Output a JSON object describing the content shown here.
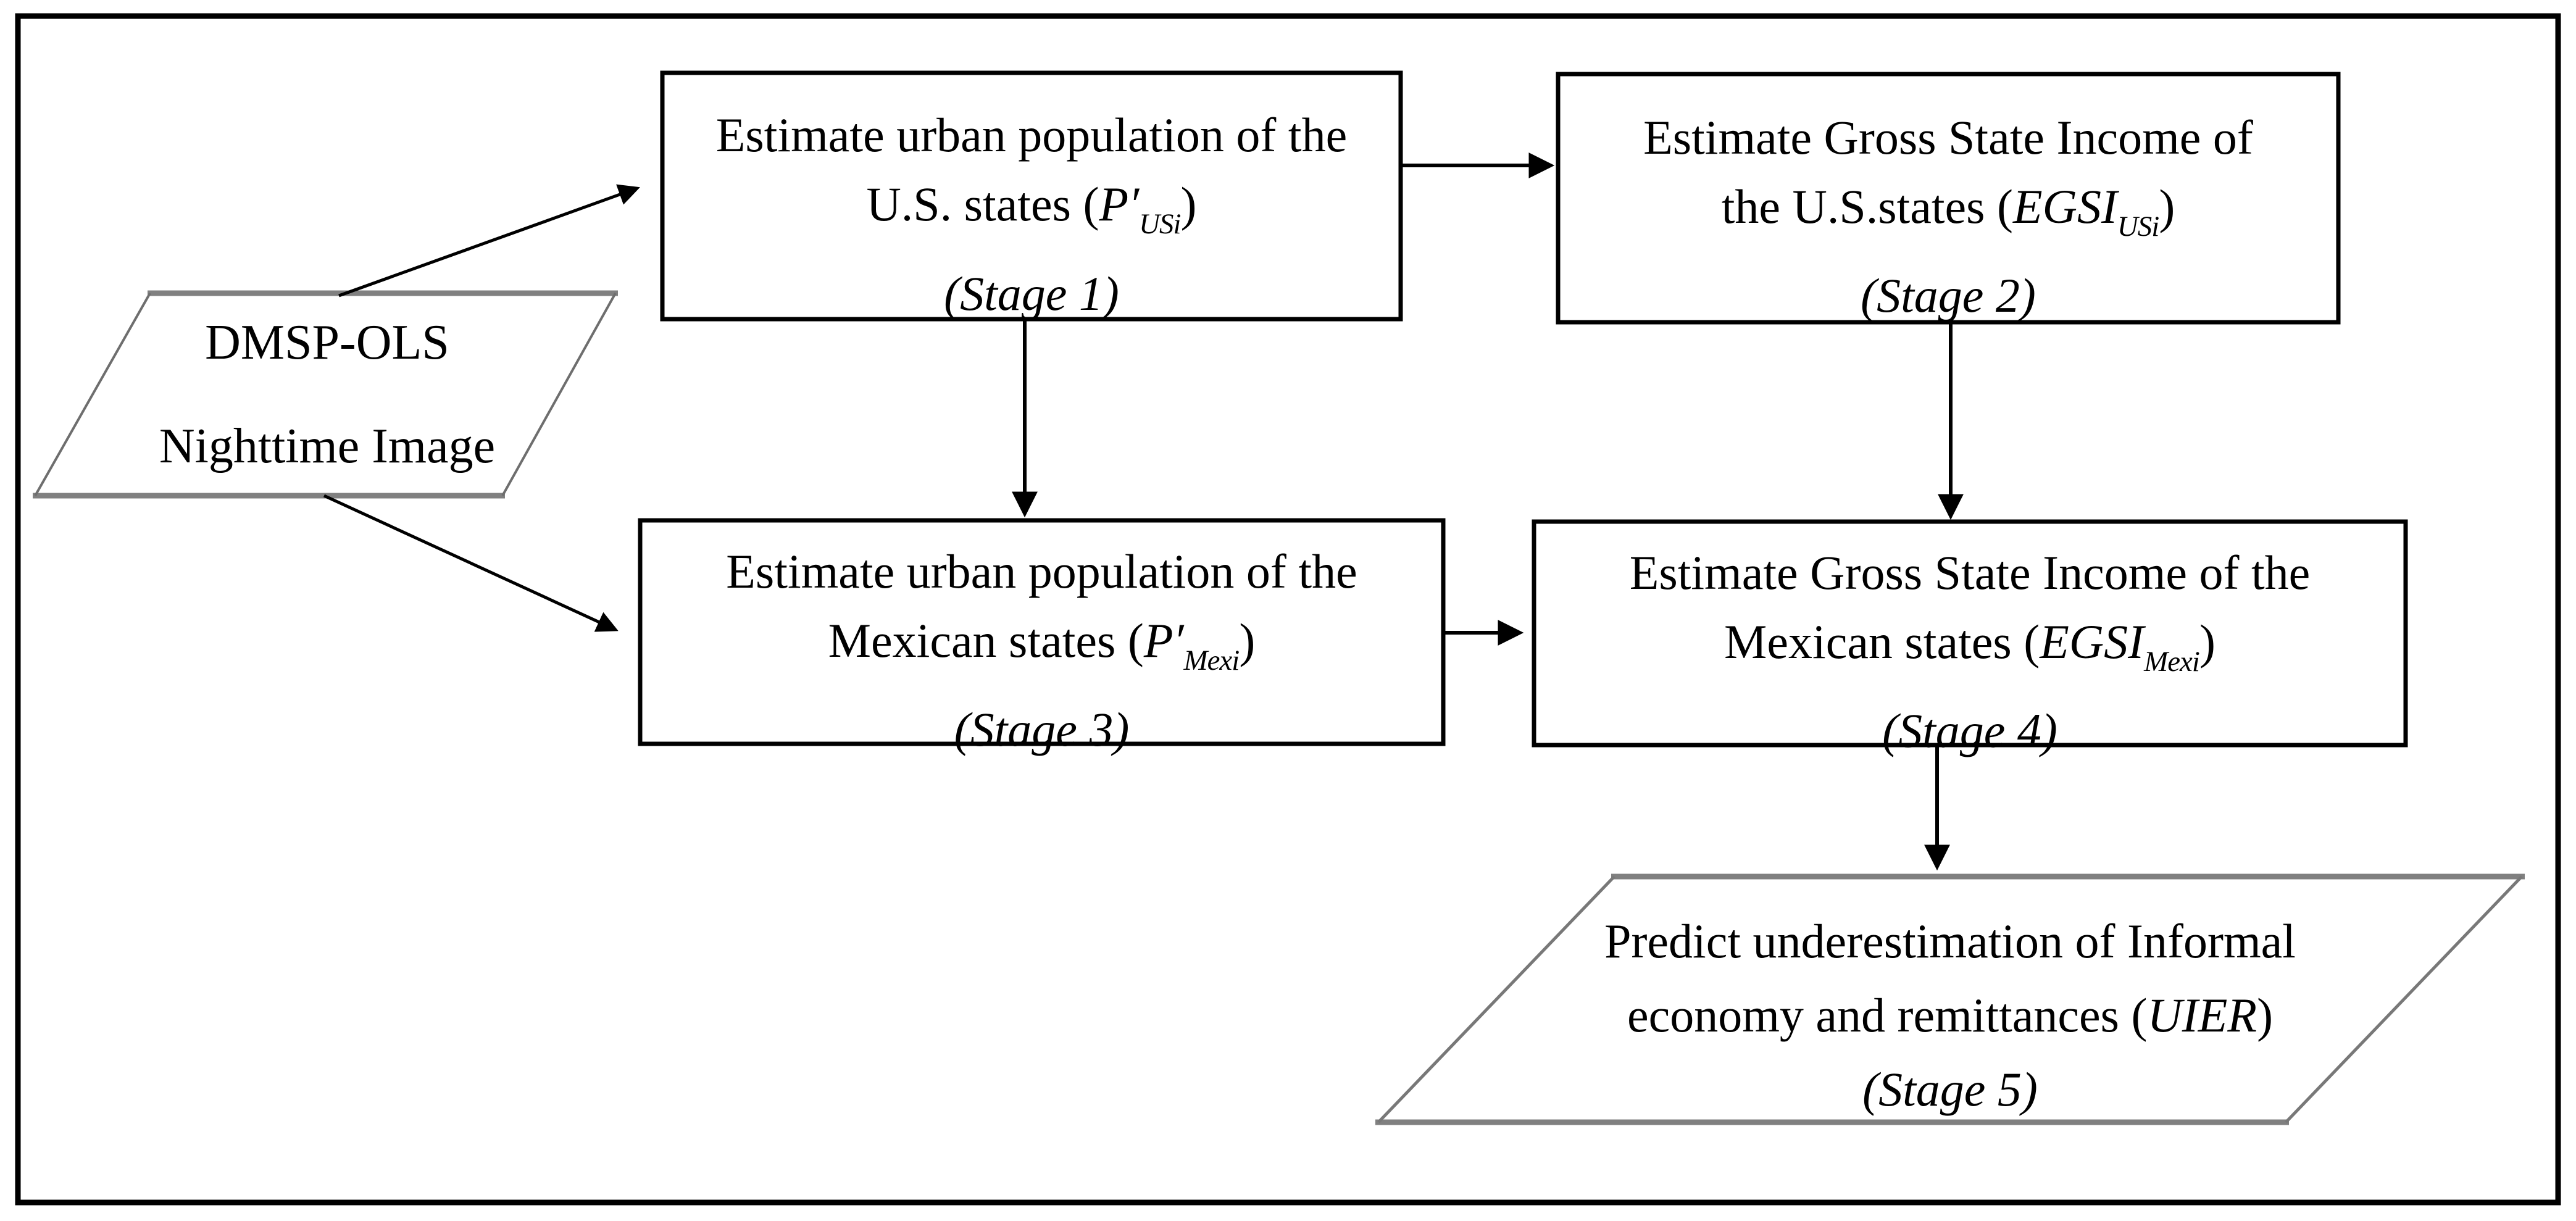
{
  "figure": {
    "colors": {
      "background": "#ffffff",
      "outer_border": "#000000",
      "process_border": "#000000",
      "io_edge_gray": "#808080",
      "arrow": "#000000",
      "text": "#000000"
    },
    "nodes": {
      "input": {
        "shape": "parallelogram",
        "line1": "DMSP-OLS",
        "line2": "Nighttime Image"
      },
      "stage1": {
        "shape": "process",
        "line1": "Estimate urban population of the",
        "line2": [
          {
            "t": "U.S. states ("
          },
          {
            "t": "P′",
            "s": "i"
          },
          {
            "t": "USi",
            "s": "sub"
          },
          {
            "t": ")"
          }
        ],
        "line3": "(Stage 1)"
      },
      "stage2": {
        "shape": "process",
        "line1": "Estimate Gross State Income of",
        "line2": [
          {
            "t": "the U.S.states ("
          },
          {
            "t": "EGSI",
            "s": "i"
          },
          {
            "t": "USi",
            "s": "sub"
          },
          {
            "t": ")"
          }
        ],
        "line3": "(Stage 2)"
      },
      "stage3": {
        "shape": "process",
        "line1": "Estimate urban population of the",
        "line2": [
          {
            "t": "Mexican states ("
          },
          {
            "t": "P′",
            "s": "i"
          },
          {
            "t": "Mexi",
            "s": "sub"
          },
          {
            "t": ")"
          }
        ],
        "line3": "(Stage 3)"
      },
      "stage4": {
        "shape": "process",
        "line1": "Estimate Gross State Income of the",
        "line2": [
          {
            "t": "Mexican states ("
          },
          {
            "t": "EGSI",
            "s": "i"
          },
          {
            "t": "Mexi",
            "s": "sub"
          },
          {
            "t": ")"
          }
        ],
        "line3": "(Stage 4)"
      },
      "stage5": {
        "shape": "parallelogram",
        "line1": "Predict underestimation of Informal",
        "line2": [
          {
            "t": "economy and remittances ("
          },
          {
            "t": "UIER",
            "s": "i"
          },
          {
            "t": ")"
          }
        ],
        "line3": "(Stage 5)"
      }
    },
    "edges": [
      {
        "from": "input",
        "to": "stage1"
      },
      {
        "from": "input",
        "to": "stage3"
      },
      {
        "from": "stage1",
        "to": "stage2"
      },
      {
        "from": "stage1",
        "to": "stage3"
      },
      {
        "from": "stage2",
        "to": "stage4"
      },
      {
        "from": "stage3",
        "to": "stage4"
      },
      {
        "from": "stage4",
        "to": "stage5"
      }
    ]
  }
}
